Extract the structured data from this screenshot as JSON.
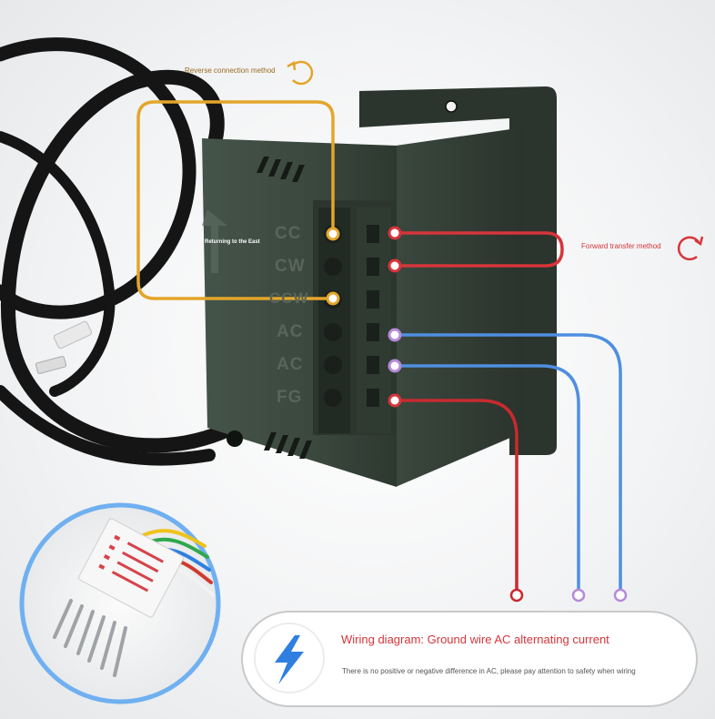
{
  "annotations": {
    "reverse_label": "Reverse connection method",
    "forward_label": "Forward transfer method",
    "returning_label": "Returning to the East"
  },
  "terminal_labels": [
    "CC",
    "CW",
    "CCW",
    "AC",
    "AC",
    "FG"
  ],
  "caption": {
    "title": "Wiring diagram: Ground wire AC alternating current",
    "subtitle": "There is no positive or negative difference in AC, please pay attention to safety when wiring",
    "icon": "lightning-bolt-icon"
  },
  "colors": {
    "reverse_wire": "#e3a62a",
    "forward_wire": "#d6353b",
    "ac_wire": "#4f8fe0",
    "ac_dot": "#b58ad8",
    "device_body": "#3d4a40",
    "caption_title": "#d6353b",
    "inset_ring": "#6fb0f0",
    "bolt": "#2f7fe0"
  }
}
